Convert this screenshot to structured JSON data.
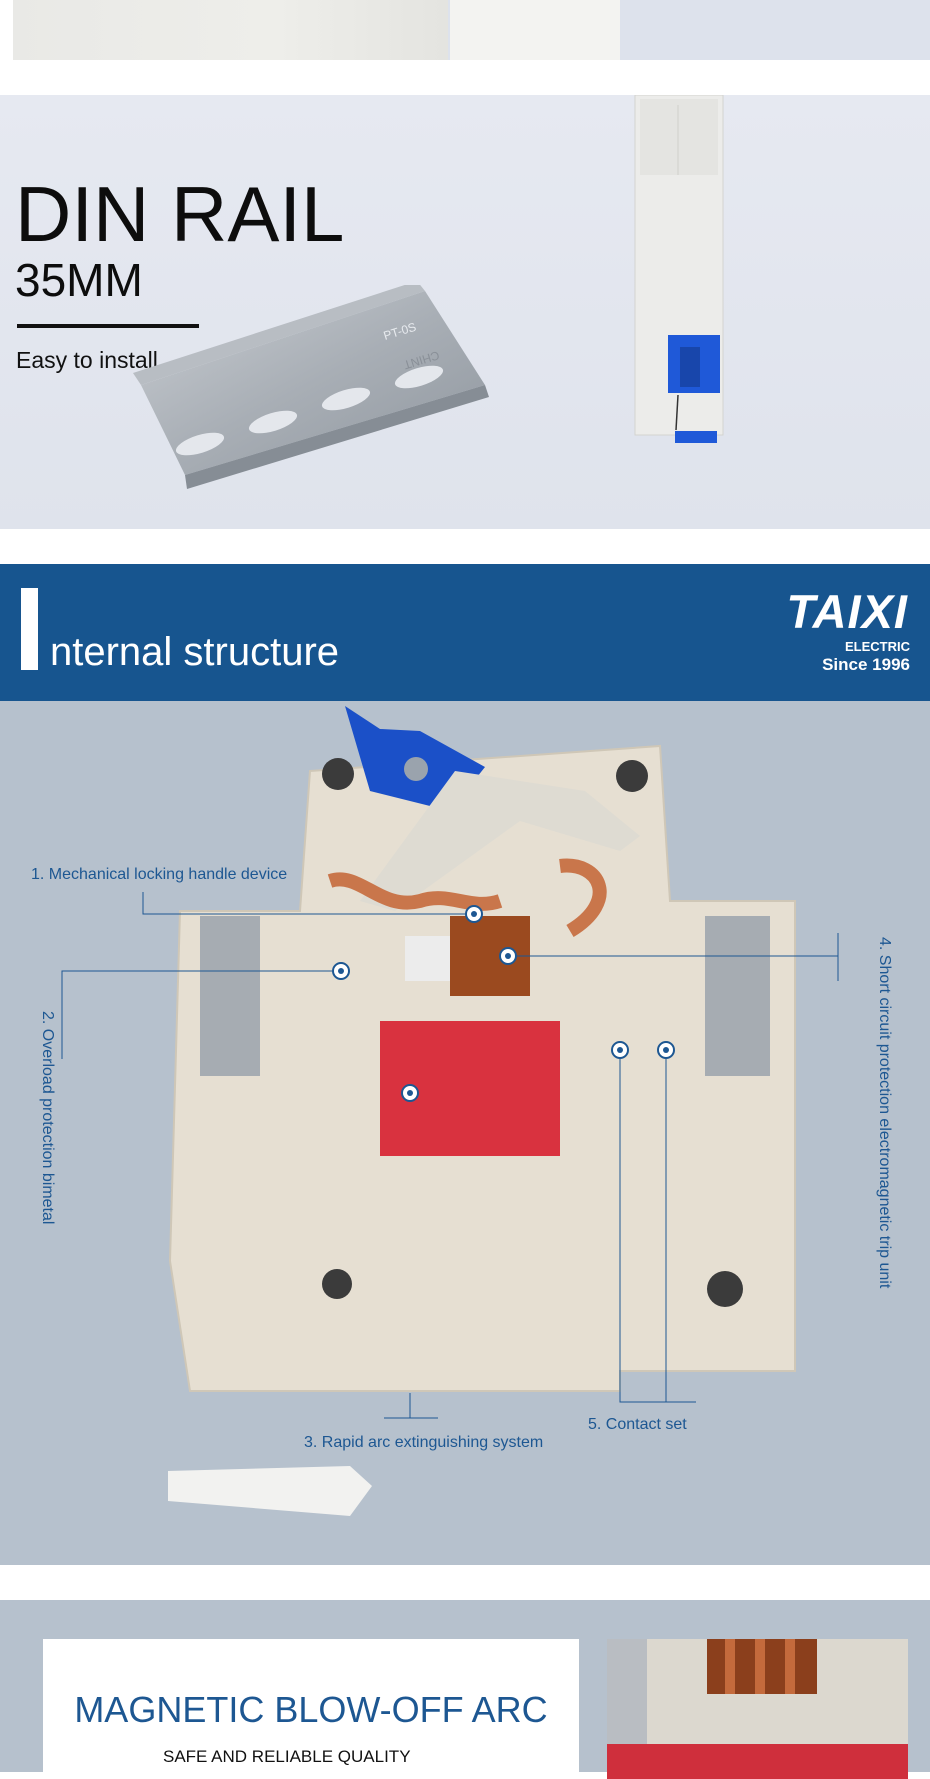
{
  "din": {
    "title": "DIN RAIL",
    "size": "35MM",
    "note": "Easy to install",
    "rail_marking": "PT-0S",
    "rail_brand": "CHINT"
  },
  "structure_header": {
    "title": "nternal structure",
    "logo": "TAIXI",
    "logo_sub": "ELECTRIC",
    "since": "Since 1996"
  },
  "callouts": {
    "c1": "1. Mechanical locking handle device",
    "c2": "2. Overload protection bimetal",
    "c3": "3. Rapid arc extinguishing system",
    "c4": "4. Short circuit protection electromagnetic trip unit",
    "c5": "5. Contact set"
  },
  "feature": {
    "title": "MAGNETIC BLOW-OFF ARC",
    "subtitle": "SAFE AND RELIABLE QUALITY"
  },
  "colors": {
    "brand_blue": "#17558f",
    "callout_blue": "#1d5792",
    "structure_bg": "#b6c1cd"
  }
}
